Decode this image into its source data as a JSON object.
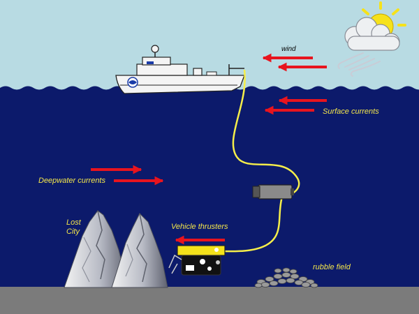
{
  "labels": {
    "wind": "wind",
    "surface_currents": "Surface currents",
    "deepwater_currents": "Deepwater currents",
    "lost_city_line1": "Lost",
    "lost_city_line2": "City",
    "vehicle_thrusters": "Vehicle thrusters",
    "rubble_field": "rubble field"
  },
  "colors": {
    "sky": "#b8dbe3",
    "ocean": "#0c1a6b",
    "seafloor": "#7b7b7b",
    "arrow": "#e8141e",
    "tether": "#f6ee4a",
    "label": "#f4e64a",
    "sun": "#f6e21a"
  },
  "icons": {
    "ship": "research-ship-icon",
    "sun": "sun-icon",
    "cloud": "cloud-icon",
    "wind_gusts": "wind-gust-icon",
    "camera": "camera-sled-icon",
    "rov": "rov-vehicle-icon",
    "mountains": "lost-city-spires-icon",
    "rubble": "rubble-field-icon"
  }
}
